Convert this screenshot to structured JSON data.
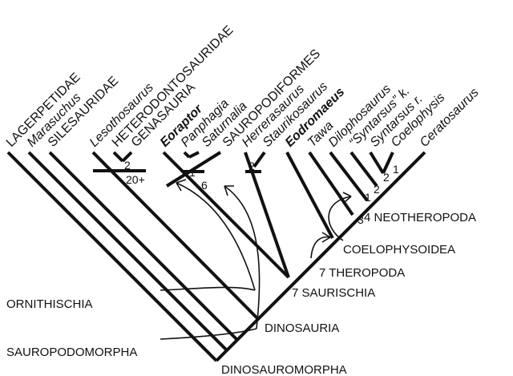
{
  "taxa": [
    {
      "id": "lagerpetidae",
      "label": "LAGERPETIDAE",
      "style": "caps"
    },
    {
      "id": "marasuchus",
      "label": "Marasuchus",
      "style": "italic"
    },
    {
      "id": "silesauridae",
      "label": "SILESAURIDAE",
      "style": "caps"
    },
    {
      "id": "lesothosaurus",
      "label": "Lesothosaurus",
      "style": "italic"
    },
    {
      "id": "heterodontosauridae",
      "label": "HETERODONTOSAURIDAE",
      "style": "caps"
    },
    {
      "id": "genasauria",
      "label": "GENASAURIA",
      "style": "caps"
    },
    {
      "id": "eoraptor",
      "label": "Eoraptor",
      "style": "bold-italic"
    },
    {
      "id": "panphagia",
      "label": "Panphagia",
      "style": "italic"
    },
    {
      "id": "saturnalia",
      "label": "Saturnalia",
      "style": "italic"
    },
    {
      "id": "sauropodiformes",
      "label": "SAUROPODIFORMES",
      "style": "caps"
    },
    {
      "id": "herrerasaurus",
      "label": "Herrerasaurus",
      "style": "italic"
    },
    {
      "id": "staurikosaurus",
      "label": "Staurikosaurus",
      "style": "italic"
    },
    {
      "id": "eodromaeus",
      "label": "Eodromaeus",
      "style": "bold-italic"
    },
    {
      "id": "tawa",
      "label": "Tawa",
      "style": "italic"
    },
    {
      "id": "dilophosaurus",
      "label": "Dilophosaurus",
      "style": "italic"
    },
    {
      "id": "syntarsus-k",
      "label": "“Syntarsus” k.",
      "style": "italic"
    },
    {
      "id": "syntarsus-r",
      "label": "Syntarsus r.",
      "style": "italic"
    },
    {
      "id": "coelophysis",
      "label": "Coelophysis",
      "style": "italic"
    },
    {
      "id": "ceratosaurus",
      "label": "Ceratosaurus",
      "style": "italic"
    }
  ],
  "clades": {
    "dinosauromorpha": "DINOSAUROMORPHA",
    "dinosauria": "DINOSAURIA",
    "saurischia": "7 SAURISCHIA",
    "theropoda": "7 THEROPODA",
    "coelophysoidea": "COELOPHYSOIDEA",
    "neotheropoda": "4 NEOTHEROPODA",
    "ornithischia": "ORNITHISCHIA",
    "sauropodomorpha": "SAUROPODOMORPHA"
  },
  "node_numbers": {
    "heterodontosaur_genasaur": "2",
    "ornithischia_count": "20+",
    "panphagia_saturnalia": "1",
    "sauropodomorph_count": "6",
    "herrera_stauriko": "2",
    "neotheropod_base": "3",
    "coelophysoid_a": "1",
    "coelophysoid_b": "2",
    "coelophysoid_c": "2",
    "coelophysoid_d": "1"
  }
}
